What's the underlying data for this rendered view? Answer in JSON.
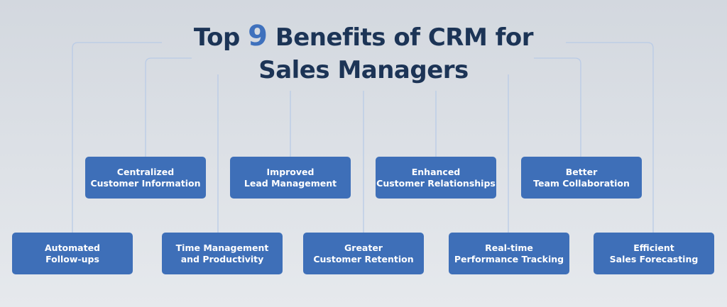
{
  "title": {
    "prefix": "Top",
    "number": "9",
    "suffix": "Benefits of CRM for",
    "line2": "Sales Managers"
  },
  "top_row": [
    {
      "l1": "Centralized",
      "l2": "Customer Information"
    },
    {
      "l1": "Improved",
      "l2": "Lead Management"
    },
    {
      "l1": "Enhanced",
      "l2": "Customer Relationships"
    },
    {
      "l1": "Better",
      "l2": "Team Collaboration"
    }
  ],
  "bottom_row": [
    {
      "l1": "Automated",
      "l2": "Follow-ups"
    },
    {
      "l1": "Time Management",
      "l2": "and Productivity"
    },
    {
      "l1": "Greater",
      "l2": "Customer Retention"
    },
    {
      "l1": "Real-time",
      "l2": "Performance Tracking"
    },
    {
      "l1": "Efficient",
      "l2": "Sales Forecasting"
    }
  ],
  "colors": {
    "box": "#3e6fb8",
    "title": "#1c3456",
    "accent": "#3f71bd",
    "line": "#b9cbe6"
  }
}
